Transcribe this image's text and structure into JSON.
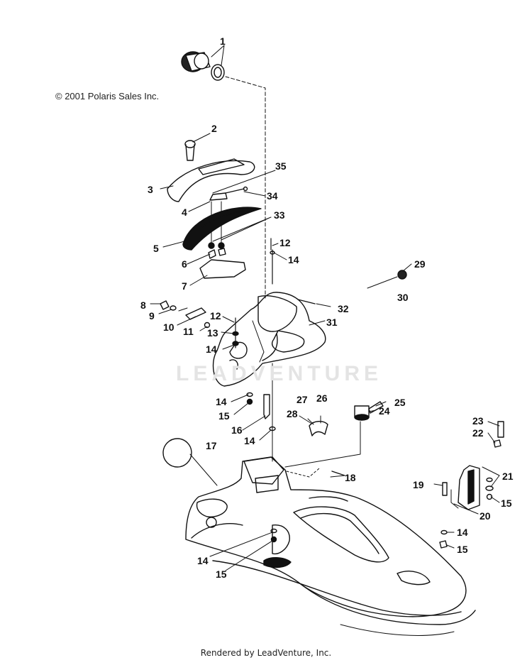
{
  "copyright": "© 2001 Polaris Sales Inc.",
  "watermark": "LEADVENTURE",
  "footer": "Rendered by LeadVenture, Inc.",
  "callouts": [
    "1",
    "2",
    "35",
    "3",
    "34",
    "4",
    "33",
    "5",
    "12",
    "6",
    "14",
    "7",
    "29",
    "30",
    "8",
    "32",
    "9",
    "10",
    "12",
    "31",
    "11",
    "13",
    "14",
    "14",
    "27",
    "26",
    "25",
    "15",
    "28",
    "24",
    "16",
    "14",
    "23",
    "22",
    "17",
    "18",
    "19",
    "21",
    "15",
    "20",
    "14",
    "14",
    "15",
    "15"
  ]
}
